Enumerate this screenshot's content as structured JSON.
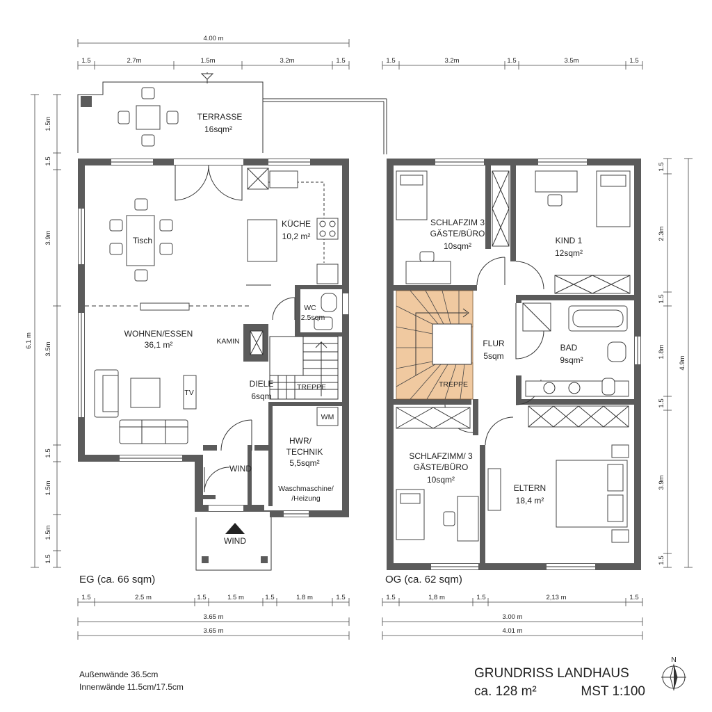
{
  "eg": {
    "top_total": "4.00 m",
    "top_segments": [
      "1.5",
      "2.7m",
      "1.5m",
      "3.2m",
      "1.5"
    ],
    "left_total": "6.1 m",
    "left_segments": [
      "1.5m",
      "1.5",
      "3.9m",
      "3.5m",
      "1.5",
      "1.5m",
      "1.5m",
      "1.5"
    ],
    "bottom_segments": [
      "1.5",
      "2.5 m",
      "1.5",
      "1.5 m",
      "1.5",
      "1.8 m",
      "1.5"
    ],
    "bottom_total_1": "3.65 m",
    "bottom_total_2": "3.65 m",
    "label": "EG (ca. 66 sqm)",
    "rooms": {
      "terrasse_name": "TERRASSE",
      "terrasse_area": "16sqm²",
      "kueche_name": "KÜCHE",
      "kueche_area": "10,2 m²",
      "tisch": "Tisch",
      "wc_name": "WC",
      "wc_area": "2.5sqm",
      "wohnen_name": "WOHNEN/ESSEN",
      "wohnen_area": "36,1 m²",
      "kamin": "KAMIN",
      "tv": "TV",
      "diele_name": "DIELE",
      "diele_area": "6sqm",
      "treppe": "TREPPE",
      "wm": "WM",
      "hwr_line1": "HWR/",
      "hwr_line2": "TECHNIK",
      "hwr_area": "5,5sqm²",
      "hwr_note1": "Waschmaschine/",
      "hwr_note2": "/Heizung",
      "wind_in": "WIND",
      "wind_out": "WIND"
    }
  },
  "og": {
    "top_segments": [
      "1.5",
      "3.2m",
      "1.5",
      "3.5m",
      "1.5"
    ],
    "right_total": "4.9m",
    "right_segments": [
      "1.5",
      "2.3m",
      "1.5",
      "1.8m",
      "1.5",
      "3.9m",
      "1.5"
    ],
    "bottom_segments": [
      "1.5",
      "1,8 m",
      "1.5",
      "2,13 m",
      "1.5"
    ],
    "bottom_total_1": "3.00 m",
    "bottom_total_2": "4.01 m",
    "label": "OG (ca. 62 sqm)",
    "rooms": {
      "schlaf1_line1": "SCHLAFZIM 3",
      "schlaf1_line2": "GÄSTE/BÜRO",
      "schlaf1_area": "10sqm²",
      "kind_name": "KIND 1",
      "kind_area": "12sqm²",
      "flur_name": "FLUR",
      "flur_area": "5sqm",
      "bad_name": "BAD",
      "bad_area": "9sqm²",
      "treppe": "TREPPE",
      "schlaf2_line1": "SCHLAFZIMM/ 3",
      "schlaf2_line2": "GÄSTE/BÜRO",
      "schlaf2_area": "10sqm²",
      "eltern_name": "ELTERN",
      "eltern_area": "18,4 m²"
    }
  },
  "notes": {
    "line1": "Außenwände 36.5cm",
    "line2": "Innenwände 11.5cm/17.5cm"
  },
  "title": {
    "main": "GRUNDRISS LANDHAUS",
    "area": "ca. 128 m²",
    "scale": "MST 1:100",
    "north": "N"
  },
  "colors": {
    "wall": "#5b5b5b",
    "stair_fill": "#f0c9a0"
  }
}
